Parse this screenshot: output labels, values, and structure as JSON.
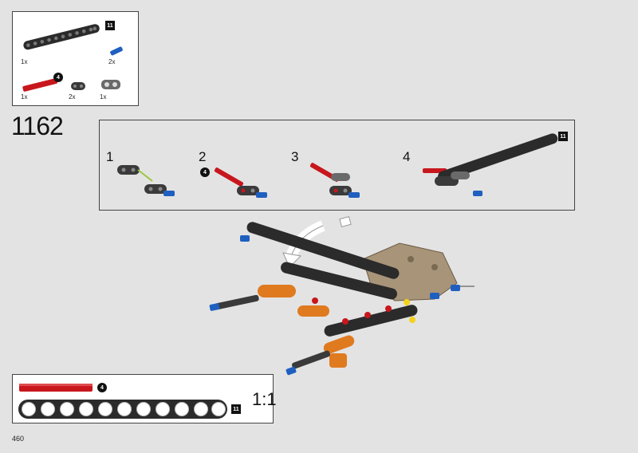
{
  "step_number": "1162",
  "page_number": "460",
  "parts_list": {
    "items": [
      {
        "qty": "1x",
        "part": "black beam",
        "size_badge": "11"
      },
      {
        "qty": "2x",
        "part": "blue connector pin"
      },
      {
        "qty": "1x",
        "part": "red axle",
        "size_badge": "4"
      },
      {
        "qty": "2x",
        "part": "dark grey connector"
      },
      {
        "qty": "1x",
        "part": "grey axle connector"
      }
    ]
  },
  "sub_steps": [
    {
      "number": "1"
    },
    {
      "number": "2",
      "badge": "4"
    },
    {
      "number": "3"
    },
    {
      "number": "4",
      "badge": "11"
    }
  ],
  "scale_box": {
    "axle_badge": "4",
    "beam_badge": "11",
    "scale_label": "1:1"
  },
  "colors": {
    "beam_black": "#2b2b2b",
    "axle_red": "#c8161d",
    "pin_blue": "#1f5fbf",
    "panel_tan": "#a89478",
    "accent_orange": "#e07a1f"
  }
}
